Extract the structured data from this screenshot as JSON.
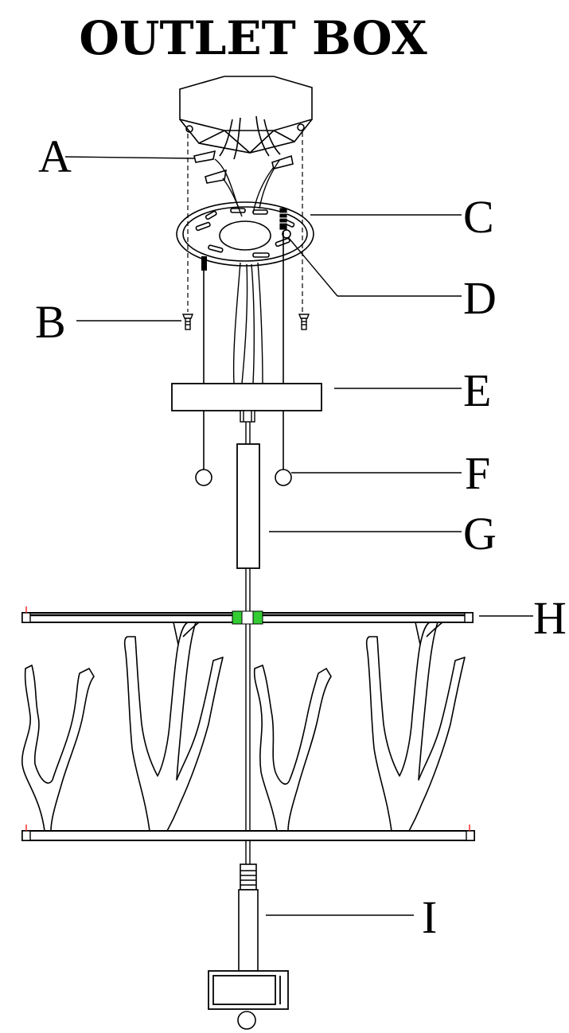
{
  "title": "OUTLET BOX",
  "callouts": {
    "a": "A",
    "b": "B",
    "c": "C",
    "d": "D",
    "e": "E",
    "f": "F",
    "g": "G",
    "h": "H",
    "i": "I"
  },
  "colors": {
    "line": "#000000",
    "background": "#ffffff",
    "ring_accent": "#33cc33",
    "end_cap_accent": "#ff2222"
  }
}
